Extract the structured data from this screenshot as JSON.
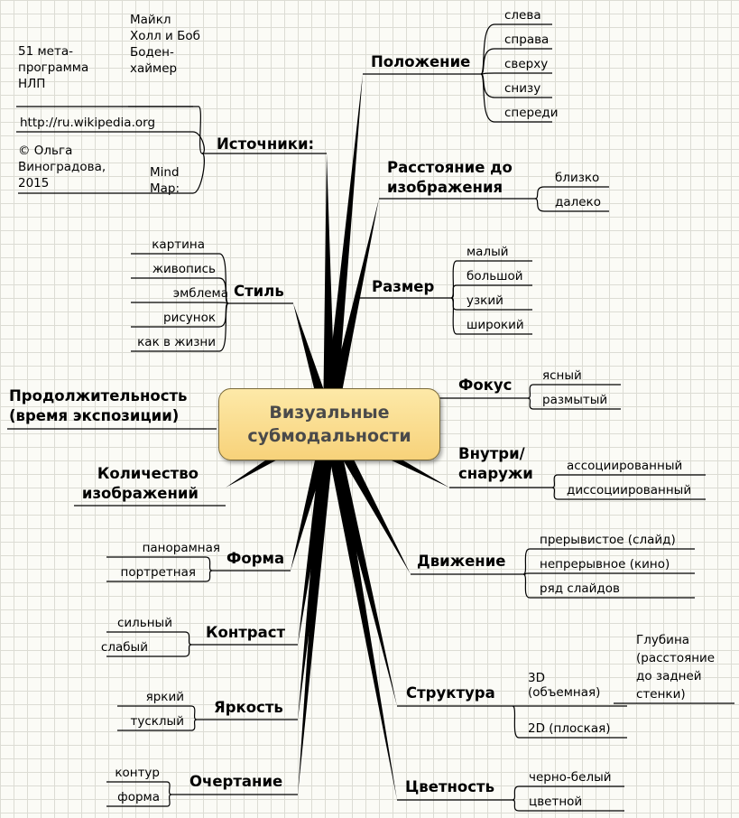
{
  "center": "Визуальные\nсубмодальности",
  "branches": {
    "polozhenie": {
      "title": "Положение",
      "items": [
        "слева",
        "справа",
        "сверху",
        "снизу",
        "спереди"
      ]
    },
    "rasstoyanie": {
      "title": "Расстояние до изображения",
      "items": [
        "близко",
        "далеко"
      ]
    },
    "razmer": {
      "title": "Размер",
      "items": [
        "малый",
        "большой",
        "узкий",
        "широкий"
      ]
    },
    "fokus": {
      "title": "Фокус",
      "items": [
        "ясный",
        "размытый"
      ]
    },
    "vnutri": {
      "title": "Внутри/ снаружи",
      "items": [
        "ассоциированный",
        "диссоциированный"
      ]
    },
    "dvizhenie": {
      "title": "Движение",
      "items": [
        "прерывистое (слайд)",
        "непрерывное (кино)",
        "ряд слайдов"
      ]
    },
    "struktura": {
      "title": "Структура",
      "items": [
        "3D (объемная)",
        "2D (плоская)"
      ],
      "sub": "Глубина (расстояние до задней стенки)"
    },
    "tsvetnost": {
      "title": "Цветность",
      "items": [
        "черно-белый",
        "цветной"
      ]
    },
    "istochniki": {
      "title": "Источники:",
      "items": [
        "Майкл Холл и Боб Боден- хаймер",
        "51 мета- программа НЛП",
        "http://ru.wikipedia.org",
        "© Ольга Виноградова, 2015",
        "Mind Map:"
      ]
    },
    "stil": {
      "title": "Стиль",
      "items": [
        "картина",
        "живопись",
        "эмблема",
        "рисунок",
        "как в жизни"
      ]
    },
    "prodolzhitelnost": {
      "title": "Продолжительность (время экспозиции)"
    },
    "kolichestvo": {
      "title": "Количество изображений"
    },
    "forma": {
      "title": "Форма",
      "items": [
        "панорамная",
        "портретная"
      ]
    },
    "kontrast": {
      "title": "Контраст",
      "items": [
        "сильный",
        "слабый"
      ]
    },
    "yarkost": {
      "title": "Яркость",
      "items": [
        "яркий",
        "тусклый"
      ]
    },
    "ochertanie": {
      "title": "Очертание",
      "items": [
        "контур",
        "форма"
      ]
    }
  }
}
